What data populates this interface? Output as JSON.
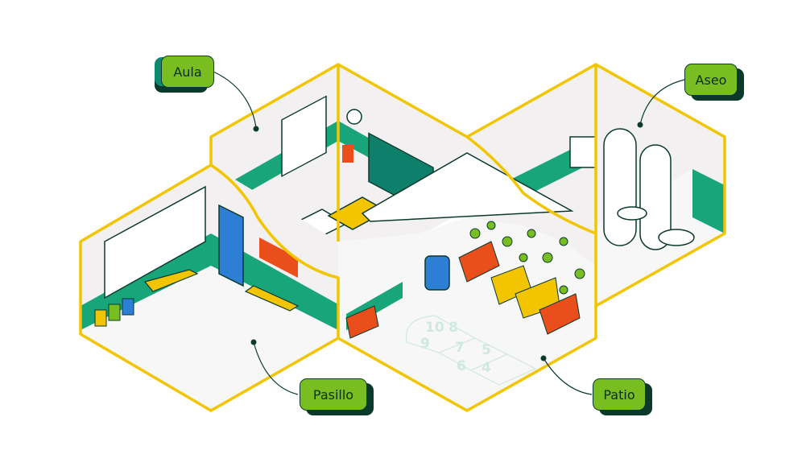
{
  "labels": {
    "aula": "Aula",
    "aseo": "Aseo",
    "pasillo": "Pasillo",
    "patio": "Patio"
  },
  "hopscotch": [
    "10",
    "9",
    "8",
    "7",
    "6",
    "5",
    "4"
  ],
  "colors": {
    "outline": "#f2c500",
    "wall": "#f2f0f0",
    "floor": "#f8f7f7",
    "green": "#19a57a",
    "label": "#78be20",
    "dark": "#0b3a2c"
  }
}
